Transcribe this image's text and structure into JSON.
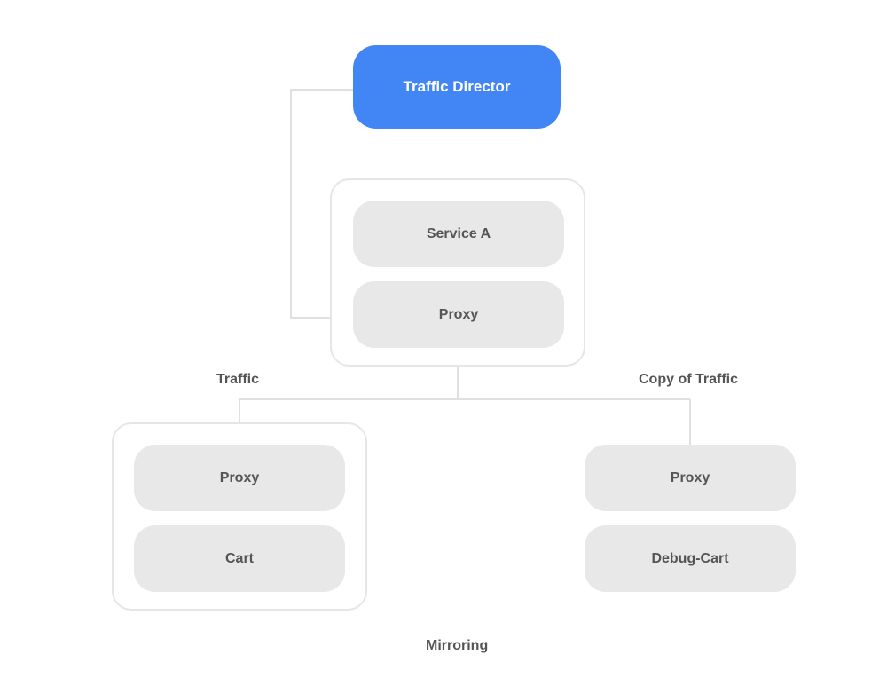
{
  "colors": {
    "primary_node": "#4285f4",
    "node_fill": "#e8e8e8",
    "node_text": "#555555",
    "connector": "#e0e0e0",
    "group_border": "#e6e6e6"
  },
  "nodes": {
    "traffic_director": "Traffic Director",
    "service_a": "Service A",
    "service_a_proxy": "Proxy",
    "cart_proxy": "Proxy",
    "cart": "Cart",
    "debug_proxy": "Proxy",
    "debug_cart": "Debug-Cart"
  },
  "edge_labels": {
    "traffic": "Traffic",
    "copy_of_traffic": "Copy of Traffic"
  },
  "caption": "Mirroring"
}
